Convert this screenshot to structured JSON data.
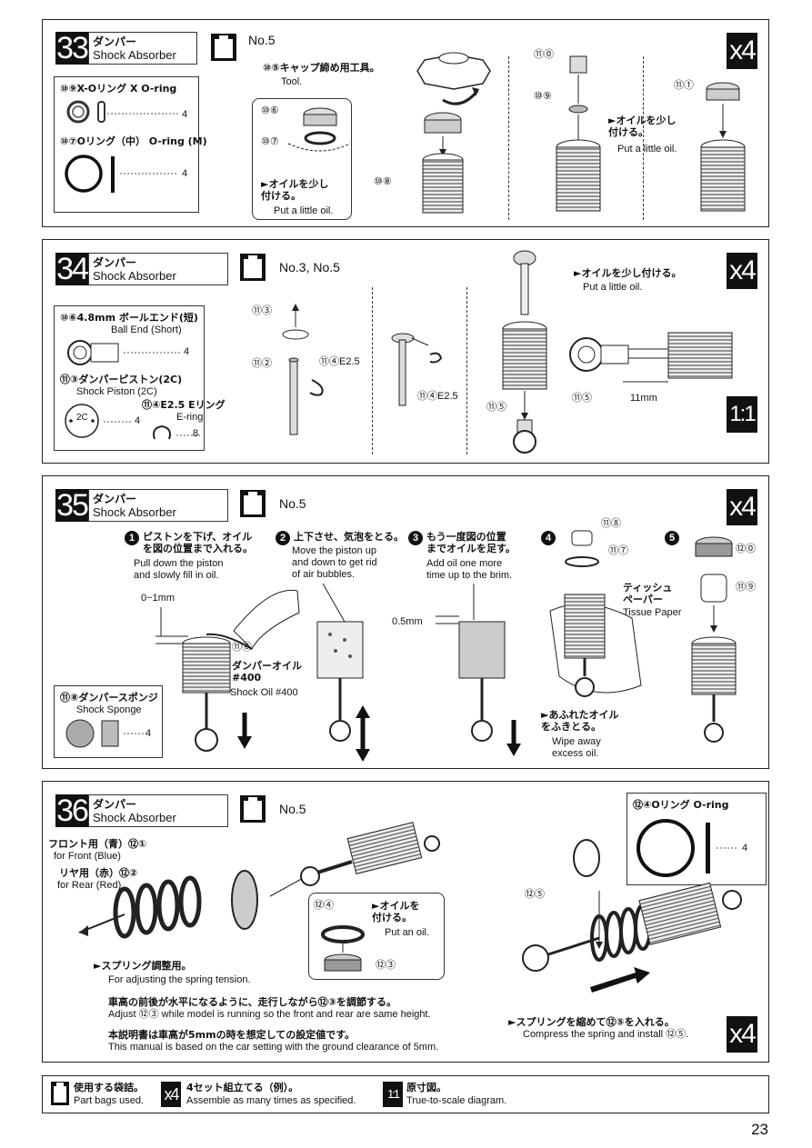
{
  "s33": {
    "num": "33",
    "title_jp": "ダンパー",
    "title_en": "Shock Absorber",
    "bag": "No.5",
    "x4": "x4",
    "p109": "⑩⑨X-Oリング   X O-ring",
    "p109qty": "4",
    "p107": "⑩⑦Oリング（中）  O-ring (M)",
    "p107qty": "4",
    "tool_jp": "⑩⑤キャップ締め用工具。",
    "tool_en": "Tool.",
    "l106": "⑩⑥",
    "l107": "⑩⑦",
    "l108": "⑩⑧",
    "l110": "⑪⓪",
    "l109": "⑩⑨",
    "l111": "⑪①",
    "oil1_jp": "►オイルを少し\n付ける。",
    "oil1_en": "Put a little oil.",
    "oil2_jp": "►オイルを少し\n付ける。",
    "oil2_en": "Put a little oil."
  },
  "s34": {
    "num": "34",
    "title_jp": "ダンパー",
    "title_en": "Shock Absorber",
    "bag": "No.3, No.5",
    "x4": "x4",
    "scale": "1:1",
    "p106_jp": "⑩⑥4.8mm ボールエンド(短)",
    "p106_en": "Ball End (Short)",
    "p106qty": "4",
    "p113_jp": "⑪③ダンパーピストン(2C)",
    "p113_en": "Shock Piston (2C)",
    "p113qty": "4",
    "piston_mark": "2C",
    "p114_jp": "⑪④E2.5  Eリング",
    "p114_en": "E-ring",
    "p114qty": "8",
    "l113": "⑪③",
    "l112": "⑪②",
    "l114a": "⑪④E2.5",
    "l114b": "⑪④E2.5",
    "l115a": "⑪⑤",
    "l115b": "⑪⑤",
    "oil_jp": "►オイルを少し付ける。",
    "oil_en": "Put a little oil.",
    "dim": "11mm"
  },
  "s35": {
    "num": "35",
    "title_jp": "ダンパー",
    "title_en": "Shock Absorber",
    "bag": "No.5",
    "x4": "x4",
    "st1_num": "1",
    "st1_jp": "ピストンを下げ、オイル\nを図の位置まで入れる。",
    "st1_en": "Pull down the piston\nand slowly fill in oil.",
    "dim1": "0~1mm",
    "l116": "⑪⑥",
    "oil_jp": "ダンパーオイル\n#400",
    "oil_en": "Shock Oil #400",
    "st2_num": "2",
    "st2_jp": "上下させ、気泡をとる。",
    "st2_en": "Move the piston up\nand down to get rid\nof air bubbles.",
    "st3_num": "3",
    "st3_jp": "もう一度図の位置\nまでオイルを足す。",
    "st3_en": "Add oil one more\ntime up to the brim.",
    "dim3": "0.5mm",
    "st4_num": "4",
    "st5_num": "5",
    "l118": "⑪⑧",
    "l117": "⑪⑦",
    "l120": "⑫⓪",
    "l119": "⑪⑨",
    "tissue_jp": "ティッシュ\nペーパー",
    "tissue_en": "Tissue Paper",
    "wipe_jp": "►あふれたオイル\nをふきとる。",
    "wipe_en": "Wipe away\nexcess oil.",
    "sponge_jp": "⑪⑧ダンパースポンジ",
    "sponge_en": "Shock Sponge",
    "sponge_qty": "4"
  },
  "s36": {
    "num": "36",
    "title_jp": "ダンパー",
    "title_en": "Shock Absorber",
    "bag": "No.5",
    "x4": "x4",
    "front_jp": "フロント用（青）⑫①",
    "front_en": "for Front (Blue)",
    "rear_jp": "リヤ用（赤）⑫②",
    "rear_en": "for Rear (Red)",
    "oring_jp": "⑫④Oリング   O-ring",
    "oring_qty": "4",
    "l124": "⑫④",
    "l123": "⑫③",
    "l125": "⑫⑤",
    "oil_jp": "►オイルを\n付ける。",
    "oil_en": "Put an oil.",
    "spring_jp": "►スプリング調整用。",
    "spring_en": "For adjusting the spring tension.",
    "adj_jp": "車高の前後が水平になるように、走行しながら⑫③を調節する。",
    "adj_en": "Adjust ⑫③ while model is running so the front and rear are same height.",
    "note_jp": "本説明書は車高が5mmの時を想定しての設定値です。",
    "note_en": "This manual is based on the car setting with the ground clearance of 5mm.",
    "comp_jp": "►スプリングを縮めて⑫⑤を入れる。",
    "comp_en": "Compress the spring and install ⑫⑤."
  },
  "legend": {
    "bag_jp": "使用する袋詰。",
    "bag_en": "Part bags used.",
    "x4": "x4",
    "x4_jp": "4セット組立てる（例）。",
    "x4_en": "Assemble as many times as specified.",
    "scale": "1:1",
    "scale_jp": "原寸図。",
    "scale_en": "True-to-scale diagram."
  },
  "page_number": "23"
}
